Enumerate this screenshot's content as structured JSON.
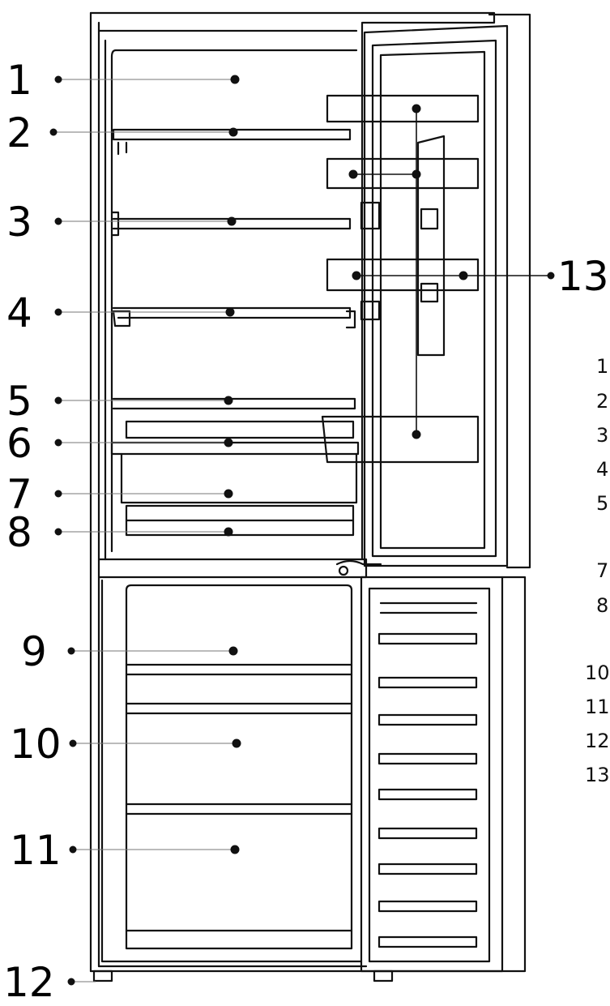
{
  "callouts": [
    {
      "n": "1",
      "label": "1"
    },
    {
      "n": "2",
      "label": "2"
    },
    {
      "n": "3",
      "label": "3"
    },
    {
      "n": "4",
      "label": "4"
    },
    {
      "n": "5",
      "label": "5"
    },
    {
      "n": "6",
      "label": "6"
    },
    {
      "n": "7",
      "label": "7"
    },
    {
      "n": "8",
      "label": "8"
    },
    {
      "n": "9",
      "label": "9"
    },
    {
      "n": "10",
      "label": "10"
    },
    {
      "n": "11",
      "label": "11"
    },
    {
      "n": "12",
      "label": "12"
    },
    {
      "n": "13",
      "label": "13"
    }
  ],
  "side_list": [
    "1",
    "2",
    "3",
    "4",
    "5",
    "7",
    "8",
    "10",
    "11",
    "12",
    "13"
  ]
}
